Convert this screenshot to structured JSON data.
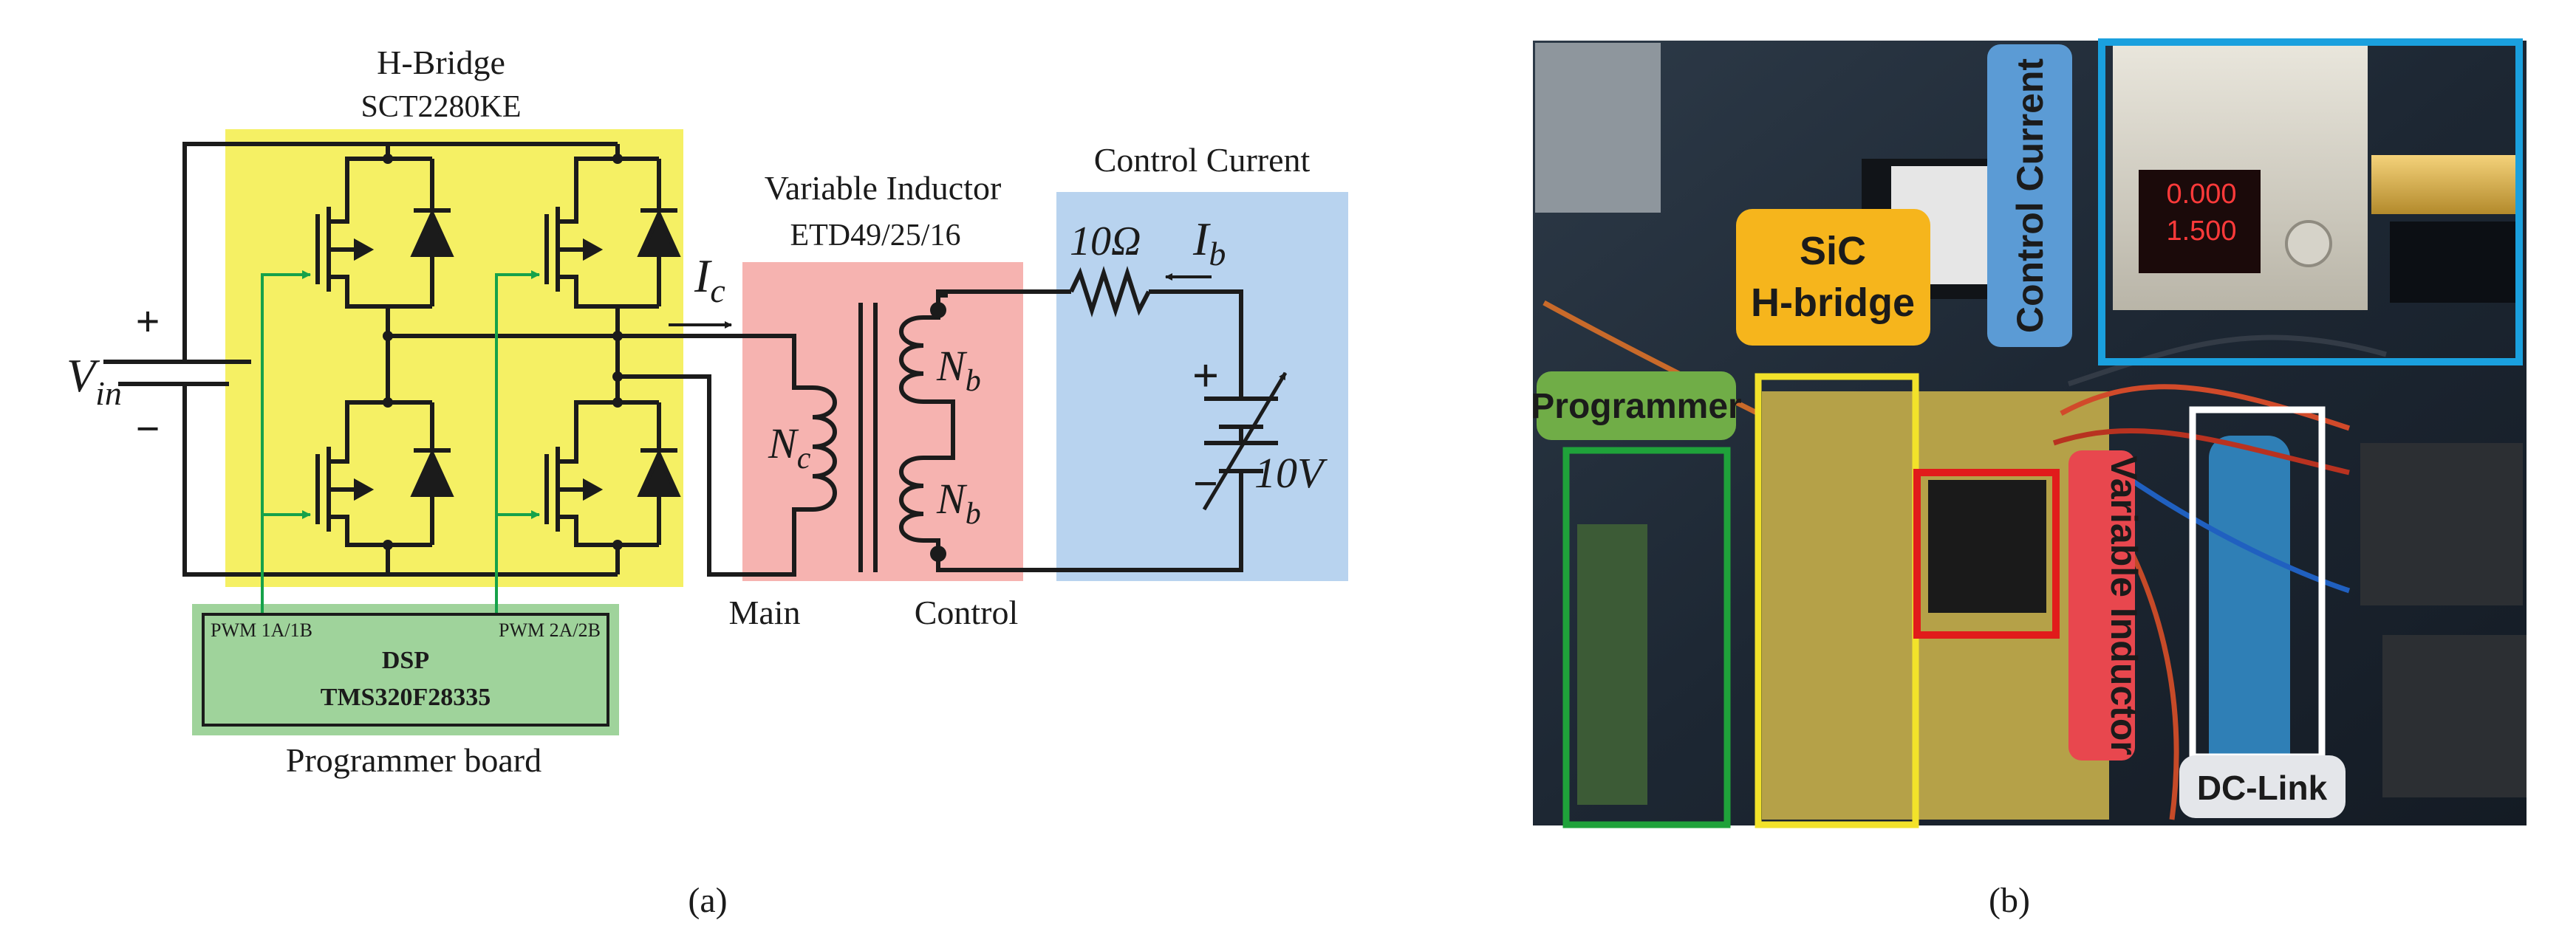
{
  "panel_a": {
    "hbridge_title": "H-Bridge",
    "hbridge_part": "SCT2280KE",
    "inductor_title": "Variable Inductor",
    "inductor_part": "ETD49/25/16",
    "control_title": "Control Current",
    "vin_label": "V",
    "vin_sub": "in",
    "plus": "+",
    "minus": "−",
    "ic_label": "I",
    "ic_sub": "c",
    "ib_label": "I",
    "ib_sub": "b",
    "resistor_label": "10Ω",
    "source_label": "10V",
    "nc_label": "N",
    "nc_sub": "c",
    "nb_label": "N",
    "nb_sub": "b",
    "main_label": "Main",
    "control_label": "Control",
    "pwm1": "PWM 1A/1B",
    "pwm2": "PWM 2A/2B",
    "dsp": "DSP",
    "dsp_part": "TMS320F28335",
    "programmer_board": "Programmer board",
    "caption": "(a)"
  },
  "panel_b": {
    "sic_line1": "SiC",
    "sic_line2": "H-bridge",
    "control_current": "Control Current",
    "programmer": "Programmer",
    "variable_inductor": "Variable Inductor",
    "dc_link": "DC-Link",
    "supply_v": "0.000",
    "supply_a": "1.500",
    "caption": "(b)"
  },
  "colors": {
    "hbridge_bg": "#f5f064",
    "inductor_bg": "#f6b3b0",
    "control_bg": "#b8d3ef",
    "dsp_bg": "#9fd39b",
    "sic_box": "#f6b51c",
    "ctrl_box": "#5b9bd5",
    "prog_box": "#70ad47",
    "vind_box": "#e8474e",
    "green_frame": "#1fa23a",
    "yellow_frame": "#f2e22a",
    "red_frame": "#e11b1b",
    "blue_frame": "#1aa0de",
    "white_frame": "#ffffff"
  }
}
